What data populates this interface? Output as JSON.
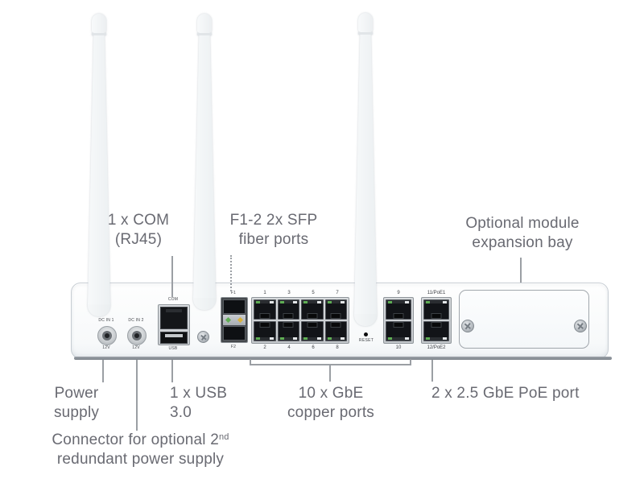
{
  "callouts": {
    "com": {
      "line1": "1 x COM",
      "line2": "(RJ45)"
    },
    "sfp": {
      "line1": "F1-2 2x SFP",
      "line2": "fiber ports"
    },
    "expansion": {
      "line1": "Optional module",
      "line2": "expansion bay"
    },
    "power": {
      "line1": "Power",
      "line2": "supply"
    },
    "usb": {
      "line1": "1 x USB",
      "line2": "3.0"
    },
    "copper": {
      "line1": "10 x GbE",
      "line2": "copper ports"
    },
    "poe": {
      "line1": "2 x 2.5 GbE PoE port"
    },
    "redundant": {
      "line1_pre": "Connector for optional 2",
      "line1_sup": "nd",
      "line2": "redundant power supply"
    }
  },
  "device": {
    "dc_in_1": {
      "name": "DC IN 1",
      "voltage": "12V"
    },
    "dc_in_2": {
      "name": "DC IN 2",
      "voltage": "12V"
    },
    "com_port": "COM",
    "usb_port": "USB",
    "sfp_top": "F1",
    "sfp_bottom": "F2",
    "ports_top": [
      "1",
      "3",
      "5",
      "7"
    ],
    "ports_bottom": [
      "2",
      "4",
      "6",
      "8"
    ],
    "reset": "RESET",
    "port_9": "9",
    "port_10": "10",
    "port_11": "11/PoE1",
    "port_12": "12/PoE2"
  },
  "colors": {
    "callout_text": "#696a72",
    "callout_line": "#9b9fa4",
    "led_green": "#5fae54",
    "led_amber": "#d9b23c",
    "chassis_border": "#c7cdd3"
  }
}
